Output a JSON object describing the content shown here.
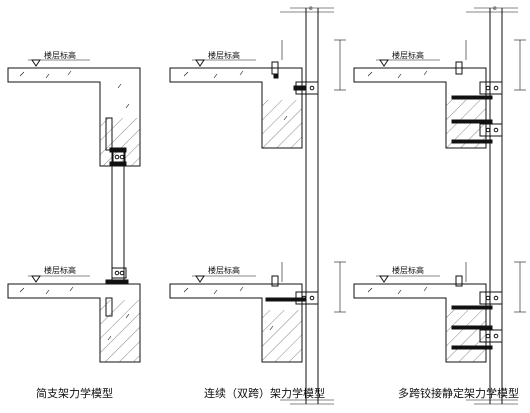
{
  "level_label": "楼层标高",
  "captions": [
    "简支架力学模型",
    "连续（双跨）架力学模型",
    "多跨铰接静定架力学模型"
  ],
  "icons": [
    "level-triangle-icon",
    "anchor-bracket-icon",
    "embedded-plate-icon"
  ]
}
